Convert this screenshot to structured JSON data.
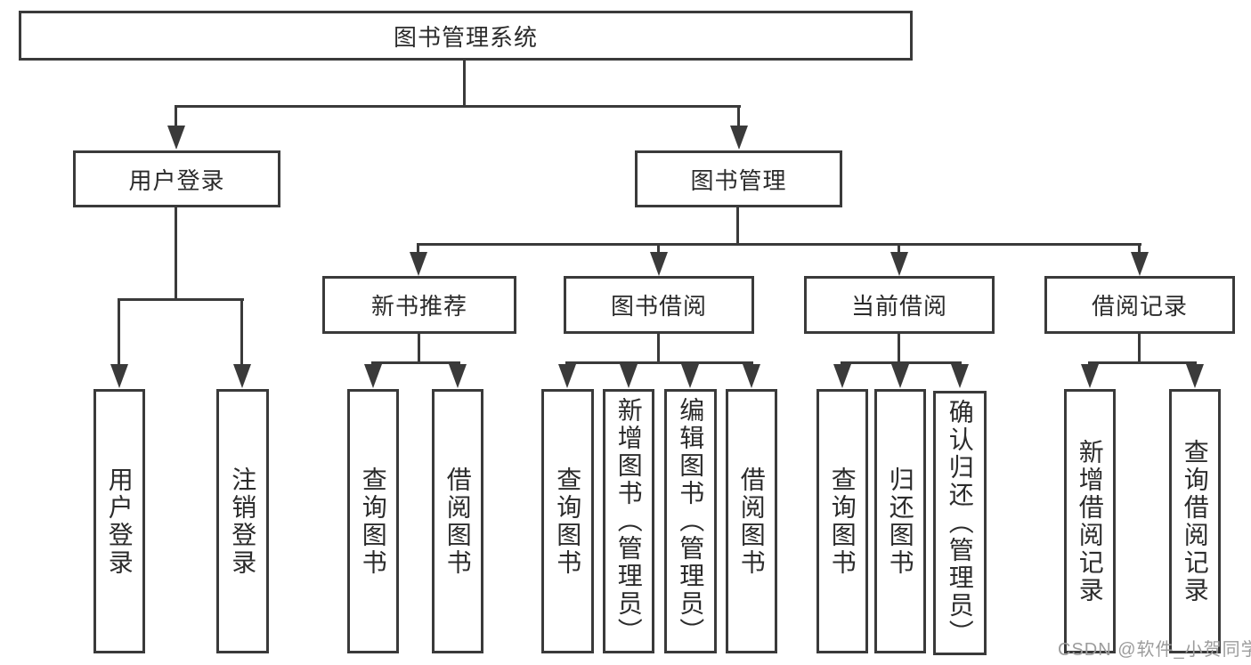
{
  "colors": {
    "line": "#3a3a3a",
    "text": "#2b2b2b",
    "watermark": "#9c9c9c",
    "background": "#ffffff"
  },
  "diagram": {
    "root": {
      "label": "图书管理系统"
    },
    "level2": [
      {
        "label": "用户登录"
      },
      {
        "label": "图书管理"
      }
    ],
    "level3": [
      {
        "label": "新书推荐"
      },
      {
        "label": "图书借阅"
      },
      {
        "label": "当前借阅"
      },
      {
        "label": "借阅记录"
      }
    ],
    "leaves": [
      {
        "label": "用户登录"
      },
      {
        "label": "注销登录"
      },
      {
        "label": "查询图书"
      },
      {
        "label": "借阅图书"
      },
      {
        "label": "查询图书"
      },
      {
        "label": "新增图书（管理员）"
      },
      {
        "label": "编辑图书（管理员）"
      },
      {
        "label": "借阅图书"
      },
      {
        "label": "查询图书"
      },
      {
        "label": "归还图书"
      },
      {
        "label": "确认归还（管理员）"
      },
      {
        "label": "新增借阅记录"
      },
      {
        "label": "查询借阅记录"
      }
    ]
  },
  "watermark": {
    "text": "CSDN @软件_小贺同学"
  }
}
